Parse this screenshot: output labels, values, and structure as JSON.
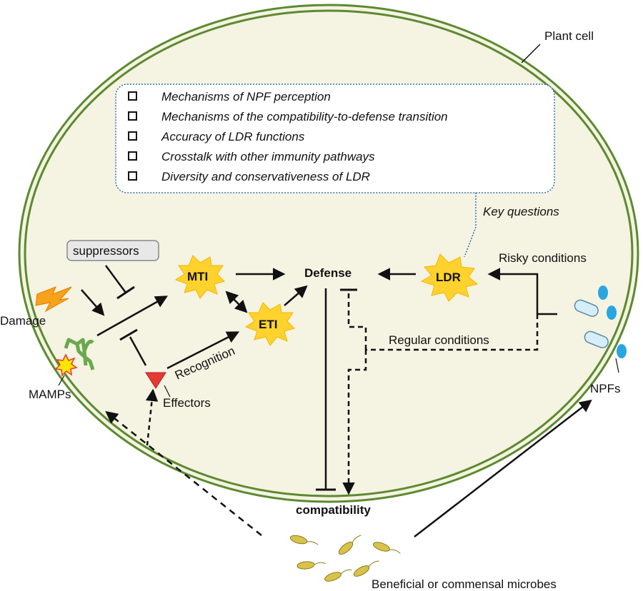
{
  "diagram": {
    "cell_label": "Plant cell",
    "key_questions": {
      "label": "Key questions",
      "items": [
        "Mechanisms of NPF perception",
        "Mechanisms of the compatibility-to-defense transition",
        "Accuracy of LDR functions",
        "Crosstalk with other immunity pathways",
        "Diversity and conservativeness of LDR"
      ]
    },
    "nodes": {
      "mti": "MTI",
      "eti": "ETI",
      "ldr": "LDR",
      "defense": "Defense",
      "compatibility": "compatibility",
      "suppressors": "suppressors"
    },
    "labels": {
      "damage": "Damage",
      "mamps": "MAMPs",
      "effectors": "Effectors",
      "recognition": "Recognition",
      "risky": "Risky conditions",
      "regular": "Regular conditions",
      "npfs": "NPFs",
      "microbes": "Beneficial or commensal microbes"
    },
    "colors": {
      "membrane": "#5b8a2f",
      "cytoplasm": "#f5f3e2",
      "burst": "#ffd22e",
      "box_border": "#2e75b6",
      "receptor": "#6aa84f",
      "effector": "#e53935",
      "npf": "#29a6e0",
      "microbe": "#d9c24a"
    }
  }
}
